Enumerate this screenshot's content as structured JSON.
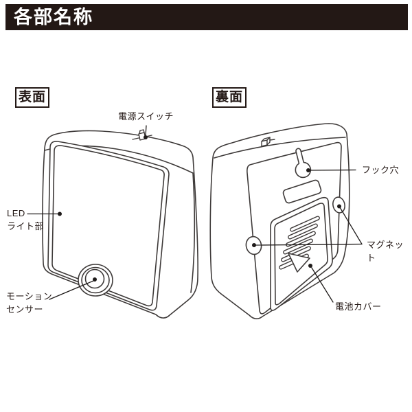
{
  "header": {
    "title": "各部名称",
    "bar_color": "#231815",
    "text_color": "#ffffff"
  },
  "views": {
    "front": {
      "tag": "表面"
    },
    "back": {
      "tag": "裏面"
    }
  },
  "labels": {
    "power_switch": "電源スイッチ",
    "led_light": "LED\nライト部",
    "motion_sensor": "モーション\nセンサー",
    "hook_hole": "フック穴",
    "magnet": "マグネット",
    "battery_cover": "電池カバー"
  },
  "colors": {
    "line": "#3e3a39",
    "pointer": "#1f1b1a",
    "label_text": "#231815"
  }
}
